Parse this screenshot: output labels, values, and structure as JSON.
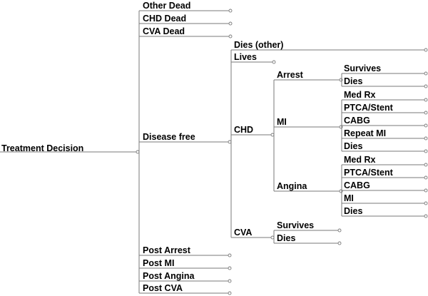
{
  "tree": {
    "root": "Treatment Decision",
    "level1": {
      "other_dead": "Other Dead",
      "chd_dead": "CHD Dead",
      "cva_dead": "CVA Dead",
      "disease_free": "Disease free",
      "post_arrest": "Post Arrest",
      "post_mi": "Post MI",
      "post_angina": "Post Angina",
      "post_cva": "Post CVA"
    },
    "disease_free": {
      "dies_other": "Dies (other)",
      "lives": "Lives",
      "chd": "CHD",
      "cva": "CVA"
    },
    "chd": {
      "arrest": "Arrest",
      "mi": "MI",
      "angina": "Angina"
    },
    "arrest": {
      "survives": "Survives",
      "dies": "Dies"
    },
    "mi": {
      "med_rx": "Med Rx",
      "ptca_stent": "PTCA/Stent",
      "cabg": "CABG",
      "repeat_mi": "Repeat MI",
      "dies": "Dies"
    },
    "angina": {
      "med_rx": "Med Rx",
      "ptca_stent": "PTCA/Stent",
      "cabg": "CABG",
      "mi": "MI",
      "dies": "Dies"
    },
    "cva": {
      "survives": "Survives",
      "dies": "Dies"
    }
  }
}
